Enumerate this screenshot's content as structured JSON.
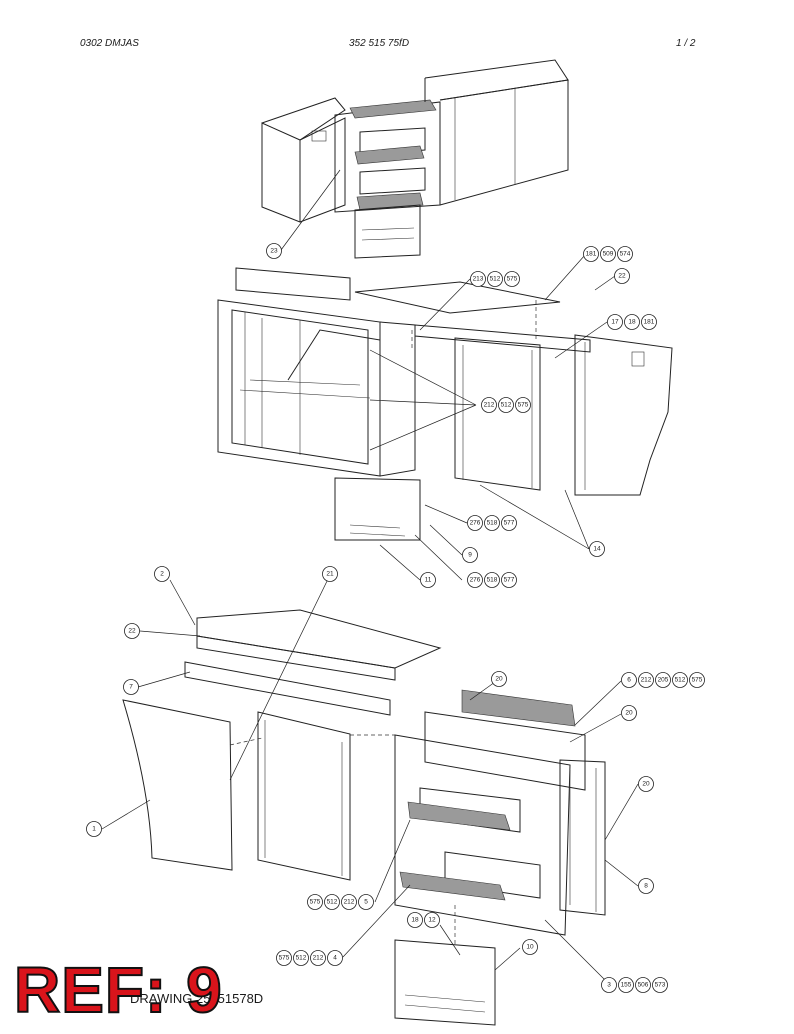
{
  "header": {
    "left": "0302 DMJAS",
    "center": "352 515 75fD",
    "right": "1 /  2"
  },
  "callouts": {
    "c23": [
      "23"
    ],
    "c213": [
      "213",
      "512",
      "575"
    ],
    "c181": [
      "181",
      "509",
      "574"
    ],
    "c22a": [
      "22"
    ],
    "c17": [
      "17",
      "18",
      "181"
    ],
    "c212": [
      "212",
      "512",
      "575"
    ],
    "c276a": [
      "276",
      "518",
      "577"
    ],
    "c9": [
      "9"
    ],
    "c14": [
      "14"
    ],
    "c11": [
      "11"
    ],
    "c276b": [
      "276",
      "518",
      "577"
    ],
    "c2": [
      "2"
    ],
    "c21": [
      "21"
    ],
    "c22b": [
      "22"
    ],
    "c7": [
      "7"
    ],
    "c20a": [
      "20"
    ],
    "c6": [
      "6",
      "212",
      "205",
      "512",
      "575"
    ],
    "c20b": [
      "20"
    ],
    "c20c": [
      "20"
    ],
    "c1": [
      "1"
    ],
    "c8": [
      "8"
    ],
    "c5": [
      "575",
      "512",
      "212",
      "5"
    ],
    "c18": [
      "18",
      "12"
    ],
    "c10": [
      "10"
    ],
    "c4": [
      "575",
      "512",
      "212",
      "4"
    ],
    "c3": [
      "3",
      "155",
      "506",
      "573"
    ]
  },
  "footer": {
    "drawing_number": "DRAWING 25251578D",
    "ref_label": "REF: 9"
  }
}
